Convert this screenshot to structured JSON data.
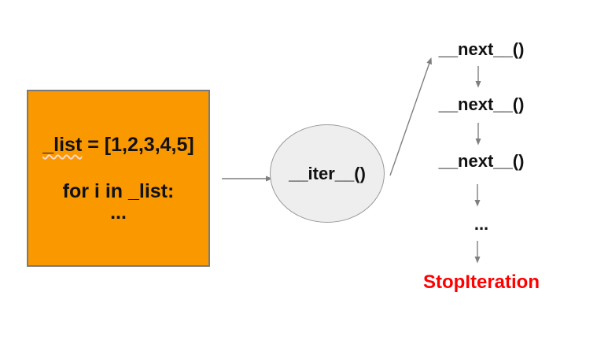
{
  "diagram": {
    "code_box": {
      "line1_var": "_list",
      "line1_rest": " = [1,2,3,4,5]",
      "line2": "for i in _list:",
      "line3": "..."
    },
    "iter_node": {
      "label": "__iter__()"
    },
    "next_calls": [
      "__next__()",
      "__next__()",
      "__next__()"
    ],
    "column_ellipsis": "...",
    "stop_label": "StopIteration"
  },
  "colors": {
    "box-fill": "#FA9800",
    "box-border": "#7A7A7A",
    "node-fill": "#EEEEEE",
    "node-border": "#9A9A9A",
    "arrow": "#7F7F7F",
    "stop-red": "#FF0000",
    "squiggle": "#FFD8D0",
    "text": "#111111"
  }
}
